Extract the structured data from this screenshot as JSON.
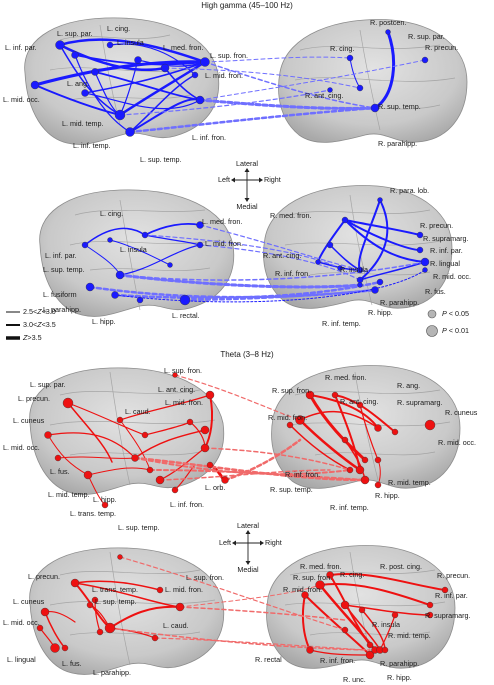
{
  "colors": {
    "high_gamma": "#1a1aff",
    "high_gamma_dash": "#6f6fff",
    "theta": "#ee1111",
    "theta_dash": "#f06a6a",
    "brain": "#cfcfcf"
  },
  "panels": {
    "gamma": {
      "title": "High gamma (45–100 Hz)",
      "lateral_left_labels": [
        "L. sup. par.",
        "L. inf. par.",
        "L. cing.",
        "L. insula",
        "L. med. fron.",
        "L. sup. fron.",
        "L. mid. fron.",
        "L. ang.",
        "L. mid. occ.",
        "L. mid. temp.",
        "L. inf. temp.",
        "L. sup. temp.",
        "L. inf. fron."
      ],
      "lateral_right_labels": [
        "R. postcen.",
        "R. sup. par.",
        "R. cing.",
        "R. precun.",
        "R. ant. cing.",
        "R. sup. temp.",
        "R. parahipp."
      ],
      "medial_left_labels": [
        "L. cing.",
        "L. med. fron.",
        "L. mid. fron.",
        "L. inf. par.",
        "L. insula",
        "L. sup. temp.",
        "L. fusiform",
        "L. parahipp.",
        "L. hipp.",
        "L. rectal."
      ],
      "medial_right_labels": [
        "R. para. lob.",
        "R. med. fron.",
        "R. precun.",
        "R. supramarg.",
        "R. inf. par.",
        "R. ant. cing.",
        "R. lingual",
        "R. insula",
        "R. inf. fron.",
        "R. mid. occ.",
        "R. fus.",
        "R. parahipp.",
        "R. hipp.",
        "R. inf. temp."
      ]
    },
    "theta": {
      "title": "Theta (3–8 Hz)",
      "lateral_left_labels": [
        "L. sup. fron.",
        "L. sup. par.",
        "L. precun.",
        "L. ant. cing.",
        "L. cuneus",
        "L. caud.",
        "L. mid. fron.",
        "L. mid. occ.",
        "L. fus.",
        "L. mid. temp.",
        "L. hipp.",
        "L. orb.",
        "L. trans. temp.",
        "L. inf. fron.",
        "L. sup. temp."
      ],
      "lateral_right_labels": [
        "R. med. fron.",
        "R. sup. fron.",
        "R. ang.",
        "R. ant. cing.",
        "R. supramarg.",
        "R. mid. fron.",
        "R. cuneus",
        "R. mid. occ.",
        "R. inf. fron.",
        "R. mid. temp.",
        "R. sup. temp.",
        "R. hipp.",
        "R. inf. temp."
      ],
      "medial_left_labels": [
        "L. sup. fron.",
        "L. precun.",
        "L. trans. temp.",
        "L. mid. fron.",
        "L. sup. temp.",
        "L. cuneus",
        "L. mid. occ.",
        "L. caud.",
        "L. lingual",
        "L. fus.",
        "L. parahipp."
      ],
      "medial_right_labels": [
        "R. med. fron.",
        "R. cing.",
        "R. post. cing.",
        "R. precun.",
        "R. sup. fron.",
        "R. mid. fron.",
        "R. inf. par.",
        "R. supramarg.",
        "R. insula",
        "R. mid. temp.",
        "R. rectal",
        "R. inf. fron.",
        "R. parahipp.",
        "R. unc.",
        "R. hipp."
      ]
    }
  },
  "orientation": {
    "top": "Lateral",
    "bottom": "Medial",
    "left": "Left",
    "right": "Right"
  },
  "legend": {
    "z_prefixes": [
      "2.5<",
      "3.0<",
      ""
    ],
    "z_letter": "Z",
    "z_suffixes": [
      "<3.0",
      "<3.5",
      ">3.5"
    ],
    "p_prefix": "P",
    "p_values": [
      "< 0.05",
      "< 0.01"
    ]
  }
}
